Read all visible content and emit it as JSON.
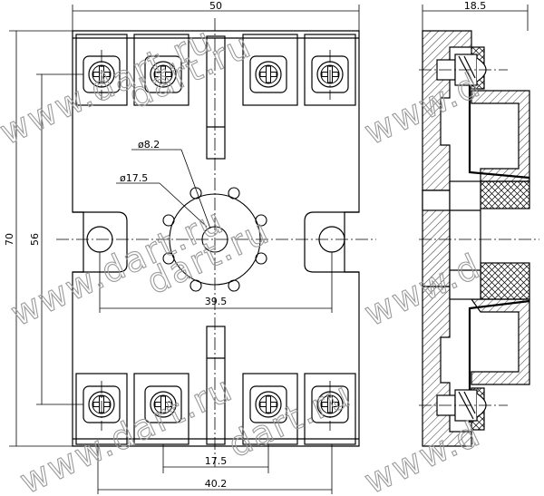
{
  "dimensions": {
    "width_overall": "50",
    "side_width": "18.5",
    "height_overall": "70",
    "height_terminals": "56",
    "hole_diameter": "ø8.2",
    "pitch_circle_diameter": "ø17.5",
    "mount_hole_spacing": "39.5",
    "terminal_spacing_inner": "17.5",
    "terminal_spacing_outer": "40.2"
  },
  "watermarks": {
    "text_a": "www.dart.ru",
    "text_b": "dart.ru",
    "text_c": "www.d"
  },
  "colors": {
    "line": "#000000",
    "watermark": "#9a9a9a",
    "background": "#ffffff"
  }
}
